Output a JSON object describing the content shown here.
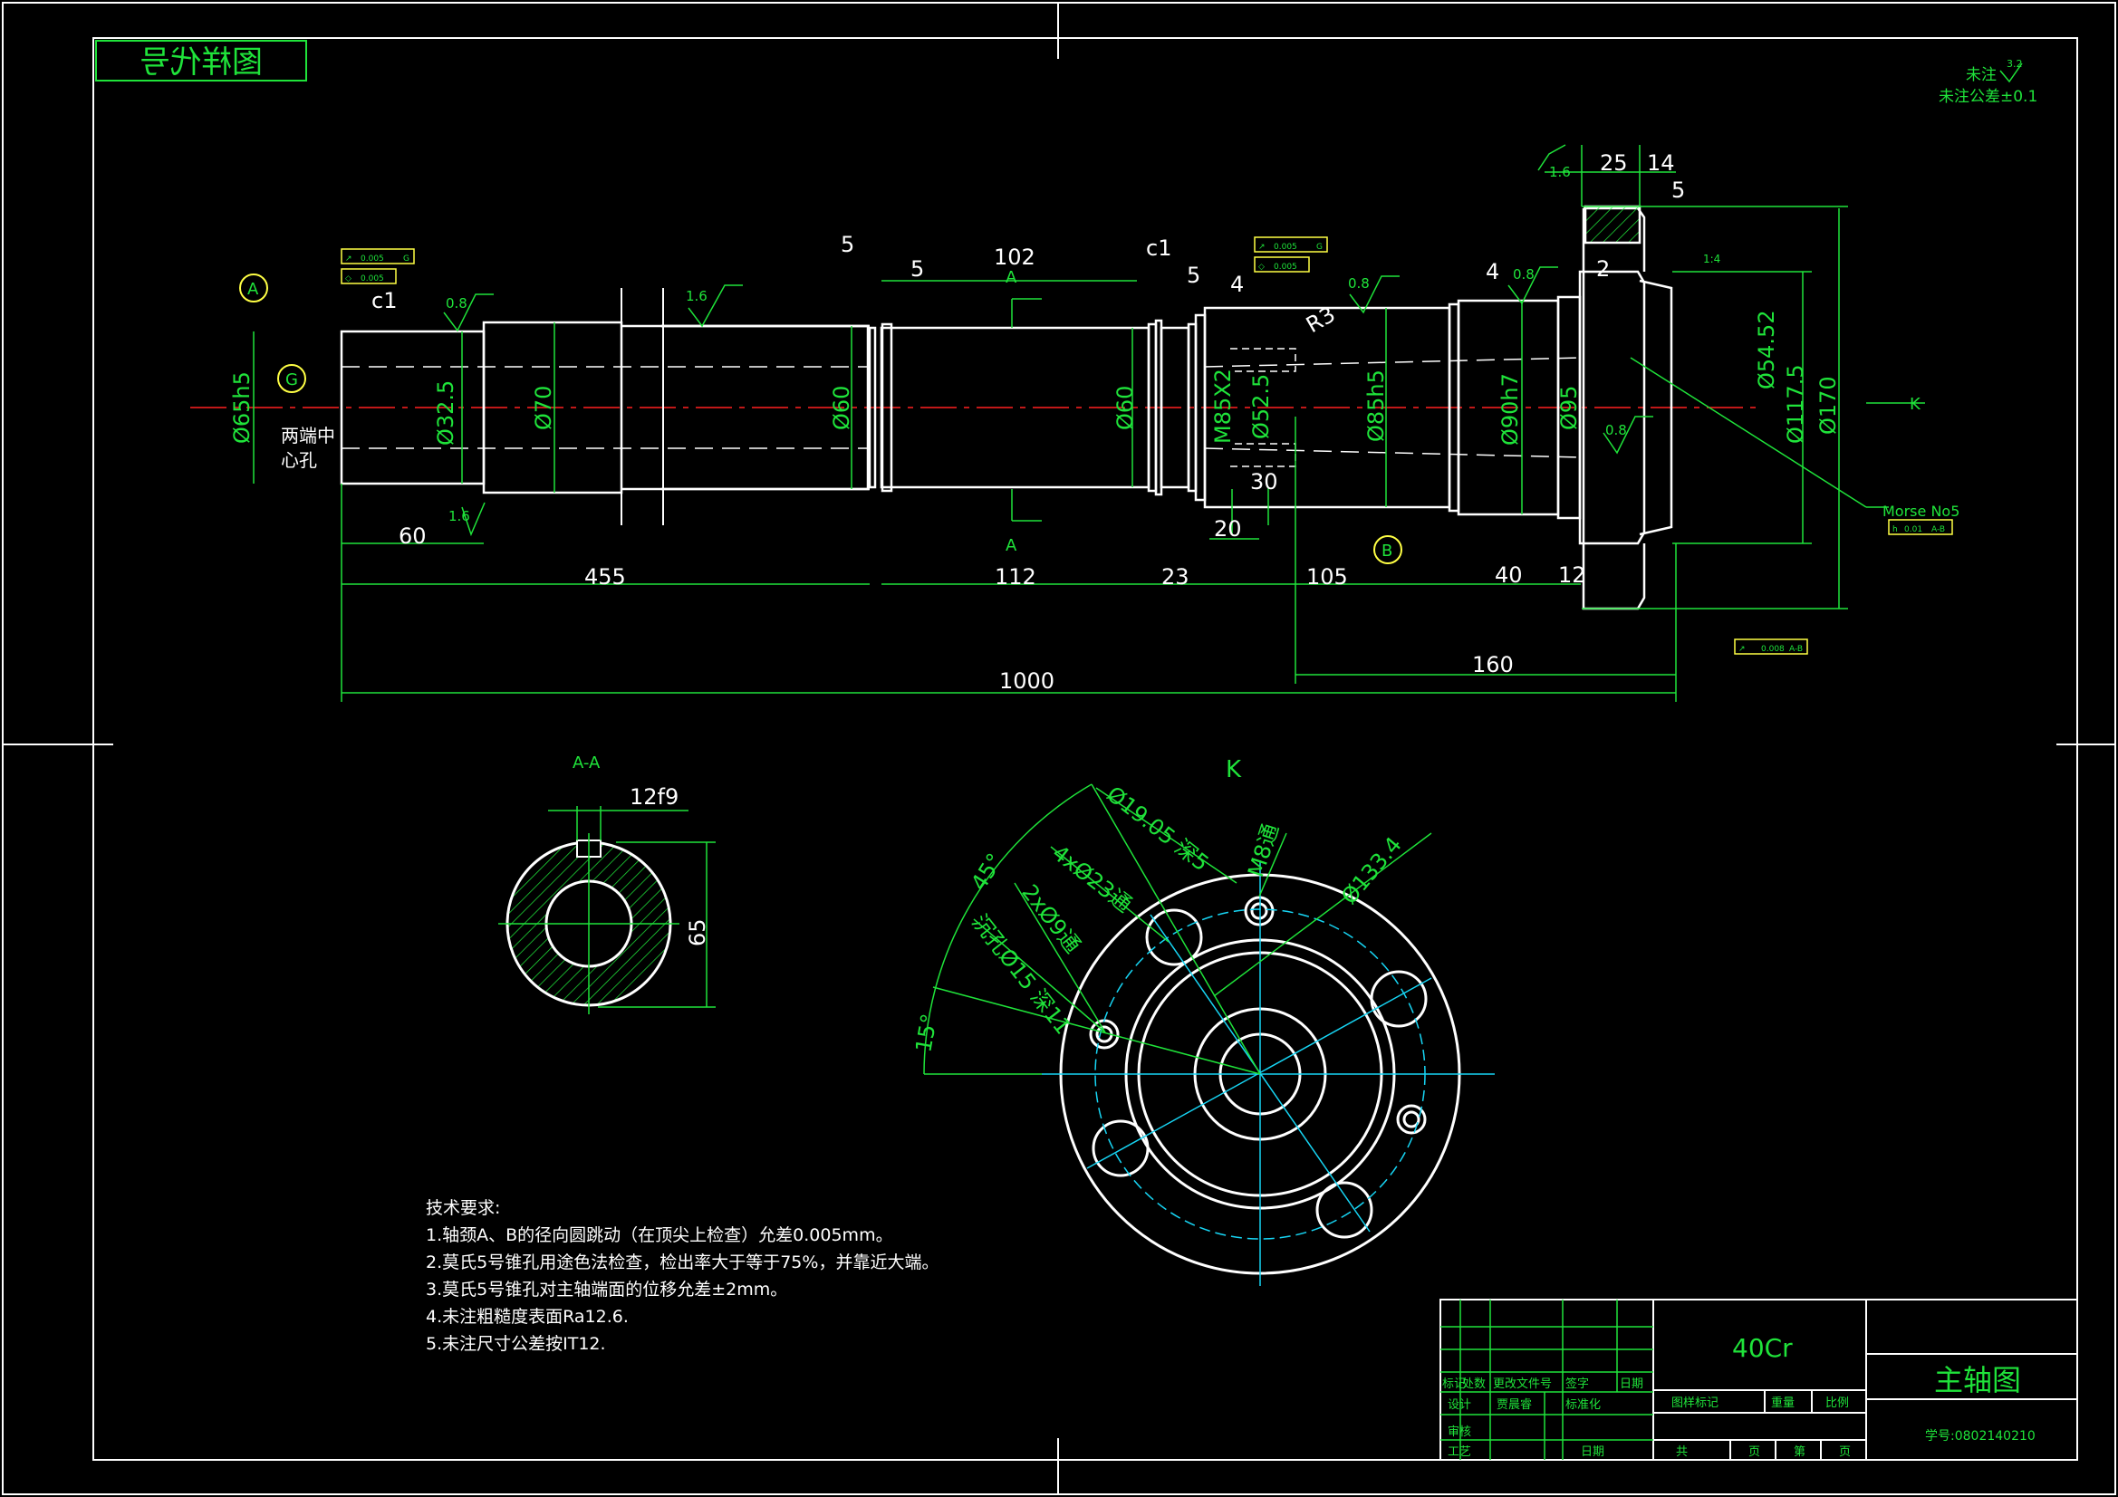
{
  "stamp": "图样代号",
  "surface_note": {
    "line1": "未注",
    "ra_value": "3.2",
    "line2": "未注公差±0.1"
  },
  "datums": {
    "a": "A",
    "b": "B",
    "g": "G"
  },
  "center_hole_note": {
    "line1": "两端中",
    "line2": "心孔"
  },
  "section_marks": {
    "top": "A",
    "bottom": "A",
    "view_k": "K"
  },
  "gdt": {
    "left_row1": {
      "symbol": "↗",
      "value": "0.005",
      "datum": "G"
    },
    "left_row2": {
      "symbol": "◇",
      "value": "0.005"
    },
    "mid_row1": {
      "symbol": "↗",
      "value": "0.005",
      "datum": "G"
    },
    "mid_row2": {
      "symbol": "◇",
      "value": "0.005"
    },
    "morse": {
      "symbol": "h",
      "value": "0.01",
      "datum": "A-B"
    },
    "bottom": {
      "symbol": "↗",
      "value": "0.008",
      "datum": "A-B"
    }
  },
  "dims_main": {
    "d65": "Ø65h5",
    "d32": "Ø32.5",
    "d70": "Ø70",
    "d60a": "Ø60",
    "d60b": "Ø60",
    "m85": "M85X2",
    "d52": "Ø52.5",
    "d85": "Ø85h5",
    "d90": "Ø90h7",
    "d95": "Ø95",
    "d5452": "Ø54.52",
    "d1175": "Ø117.5",
    "d170": "Ø170",
    "l60": "60",
    "l455": "455",
    "l112": "112",
    "l23": "23",
    "l105": "105",
    "l40": "40",
    "l12": "12",
    "l1000": "1000",
    "l160": "160",
    "l102": "102",
    "l5a": "5",
    "l5b": "5",
    "l5c": "5",
    "l4a": "4",
    "l4b": "4",
    "l25": "25",
    "l14": "14",
    "l5d": "5",
    "l2": "2",
    "l30": "30",
    "l20": "20",
    "r3": "R3",
    "c1a": "c1",
    "c1b": "c1",
    "taper": "1:4",
    "morse_label": "Morse No5"
  },
  "roughness": {
    "r1": "0.8",
    "r2": "1.6",
    "r3": "1.6",
    "r4": "0.8",
    "r5": "0.8",
    "r6": "0.8",
    "r7": "1.6"
  },
  "section_aa": {
    "title": "A-A",
    "key": "12f9",
    "height": "65"
  },
  "view_k": {
    "angle45": "45°",
    "angle15": "15°",
    "h1": "Ø19.05 深5",
    "h2": "4xØ23通",
    "h3": "2xØ9通",
    "h4": "沉孔Ø15 深11",
    "m8": "M8通",
    "d133": "Ø133.4"
  },
  "tech_requirements": {
    "title": "技术要求:",
    "items": [
      "1.轴颈A、B的径向圆跳动（在顶尖上检查）允差0.005mm。",
      "2.莫氏5号锥孔用途色法检查，检出率大于等于75%，并靠近大端。",
      "3.莫氏5号锥孔对主轴端面的位移允差±2mm。",
      "4.未注粗糙度表面Ra12.6.",
      "5.未注尺寸公差按IT12."
    ]
  },
  "title_block": {
    "material": "40Cr",
    "part_name": "主轴图",
    "student_no": "学号:0802140210",
    "row_labels": [
      "标记",
      "处数",
      "更改文件号",
      "签字",
      "日期"
    ],
    "design_row": [
      "设计",
      "贾晨睿",
      "标准化"
    ],
    "check_row": [
      "审核"
    ],
    "process_row": [
      "工艺",
      "日期"
    ],
    "stage_row": [
      "图样标记",
      "重量",
      "比例"
    ],
    "sheet_row": [
      "共",
      "页",
      "第",
      "页"
    ]
  },
  "colors": {
    "line": "#ffffff",
    "text": "#1fe33a",
    "center": "#ff2020",
    "hidden": "#17d6f5",
    "gdt_fill": "#ffff44"
  }
}
